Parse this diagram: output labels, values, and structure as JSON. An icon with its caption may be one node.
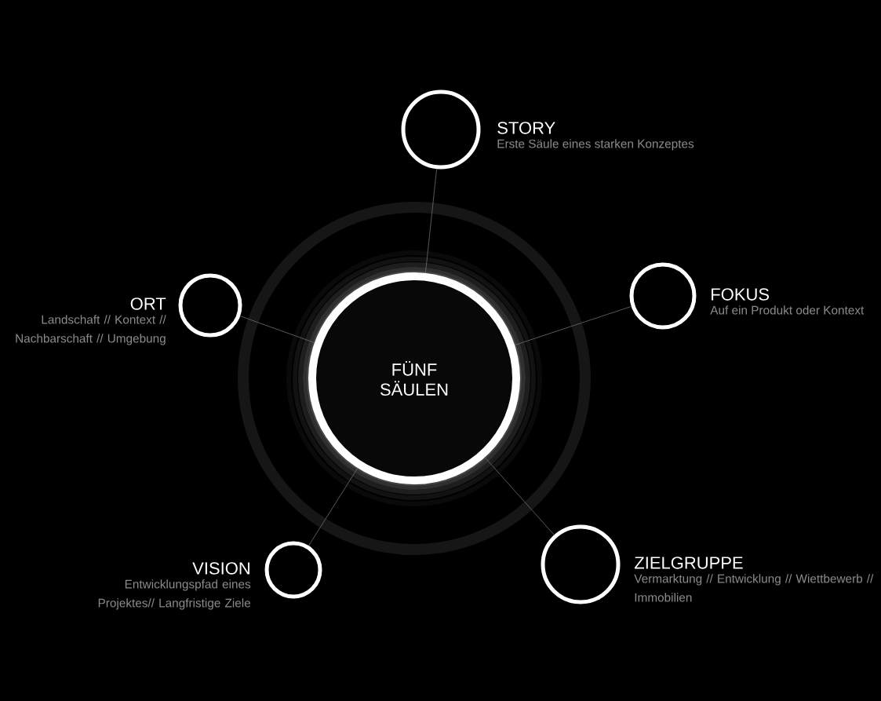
{
  "diagram": {
    "nodes": [
      {
        "text": [
          "FÜNF SÄULEN"
        ]
      },
      {
        "text": [
          "STORY",
          "Erste Säule eines starken Konzeptes"
        ]
      },
      {
        "text": [
          "FOKUS",
          "Auf ein Produkt oder Kontext"
        ]
      },
      {
        "text": [
          "ZIELGRUPPE",
          "Vermarktung // Entwicklung // Wiettbewerb // Immobilien"
        ]
      },
      {
        "text": [
          "VISION",
          "Entwicklungspfad eines Projektes// Langfristige Ziele"
        ]
      },
      {
        "text": [
          "ORT",
          "Landschaft // Kontext // Nachbarschaft // Umgebung"
        ]
      }
    ],
    "edges": [
      {
        "from": 0,
        "to": 1,
        "arrow": "none"
      },
      {
        "from": 0,
        "to": 2,
        "arrow": "none"
      },
      {
        "from": 0,
        "to": 3,
        "arrow": "none"
      },
      {
        "from": 0,
        "to": 4,
        "arrow": "none"
      },
      {
        "from": 0,
        "to": 5,
        "arrow": "none"
      }
    ]
  }
}
